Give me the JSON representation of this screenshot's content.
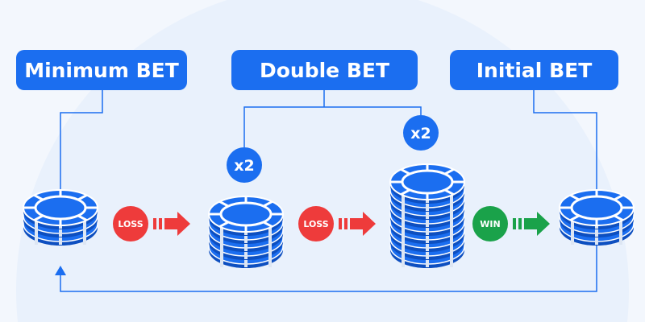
{
  "labels": {
    "minimum": "Minimum BET",
    "double": "Double BET",
    "initial": "Initial BET"
  },
  "multipliers": [
    "x2",
    "x2"
  ],
  "outcomes": [
    "LOSS",
    "LOSS",
    "WIN"
  ],
  "chips": [
    {
      "layers": 3
    },
    {
      "layers": 5
    },
    {
      "layers": 9
    },
    {
      "layers": 3
    }
  ],
  "colors": {
    "blue": "#1b6ef0",
    "loss": "#ee3b3b",
    "win": "#1aa24a",
    "bg": "#f3f7fd"
  }
}
